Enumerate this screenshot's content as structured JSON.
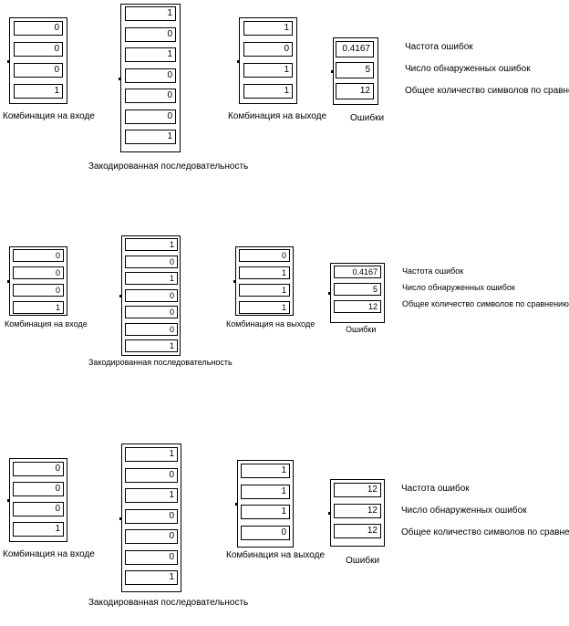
{
  "panels": [
    {
      "input_values": [
        "0",
        "0",
        "0",
        "1"
      ],
      "input_label": "Комбинация на входе",
      "encoded_values": [
        "1",
        "0",
        "1",
        "0",
        "0",
        "0",
        "1"
      ],
      "encoded_label": "Закодированная последовательность",
      "output_values": [
        "1",
        "0",
        "1",
        "1"
      ],
      "output_label": "Комбинация на выходе",
      "error_values": [
        "0.4167",
        "5",
        "12"
      ],
      "error_label": "Ошибки",
      "error_descriptions": [
        "Частота ошибок",
        "Число обнаруженных ошибок",
        "Общее количество символов по сравнению"
      ]
    },
    {
      "input_values": [
        "0",
        "0",
        "0",
        "1"
      ],
      "input_label": "Комбинация на входе",
      "encoded_values": [
        "1",
        "0",
        "1",
        "0",
        "0",
        "0",
        "1"
      ],
      "encoded_label": "Закодированная последовательность",
      "output_values": [
        "0",
        "1",
        "1",
        "1"
      ],
      "output_label": "Комбинация на выходе",
      "error_values": [
        "0.4167",
        "5",
        "12"
      ],
      "error_label": "Ошибки",
      "error_descriptions": [
        "Частота ошибок",
        "Число обнаруженных ошибок",
        "Общее количество символов по сравнению"
      ]
    },
    {
      "input_values": [
        "0",
        "0",
        "0",
        "1"
      ],
      "input_label": "Комбинация на входе",
      "encoded_values": [
        "1",
        "0",
        "1",
        "0",
        "0",
        "0",
        "1"
      ],
      "encoded_label": "Закодированная последовательность",
      "output_values": [
        "1",
        "1",
        "1",
        "0"
      ],
      "output_label": "Комбинация на выходе",
      "error_values": [
        "12",
        "12",
        "12"
      ],
      "error_label": "Ошибки",
      "error_descriptions": [
        "Частота ошибок",
        "Число обнаруженных ошибок",
        "Общее количество символов по сравнению"
      ]
    }
  ]
}
